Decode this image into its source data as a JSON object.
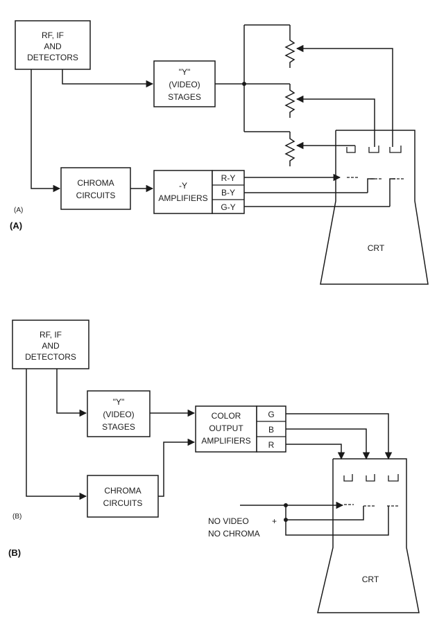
{
  "diagram_a": {
    "tag_small": "(A)",
    "tag_bold": "(A)",
    "rf_box": [
      "RF, IF",
      "AND",
      "DETECTORS"
    ],
    "y_box": [
      "\"Y\"",
      "(VIDEO)",
      "STAGES"
    ],
    "chroma_box": [
      "CHROMA",
      "CIRCUITS"
    ],
    "amp_box": [
      "-Y",
      "AMPLIFIERS"
    ],
    "outputs": [
      "R-Y",
      "B-Y",
      "G-Y"
    ],
    "crt": "CRT"
  },
  "diagram_b": {
    "tag_small": "(B)",
    "tag_bold": "(B)",
    "rf_box": [
      "RF, IF",
      "AND",
      "DETECTORS"
    ],
    "y_box": [
      "\"Y\"",
      "(VIDEO)",
      "STAGES"
    ],
    "chroma_box": [
      "CHROMA",
      "CIRCUITS"
    ],
    "amp_box": [
      "COLOR",
      "OUTPUT",
      "AMPLIFIERS"
    ],
    "outputs": [
      "G",
      "B",
      "R"
    ],
    "note": [
      "NO VIDEO",
      "NO CHROMA"
    ],
    "plus": "+",
    "crt": "CRT"
  }
}
